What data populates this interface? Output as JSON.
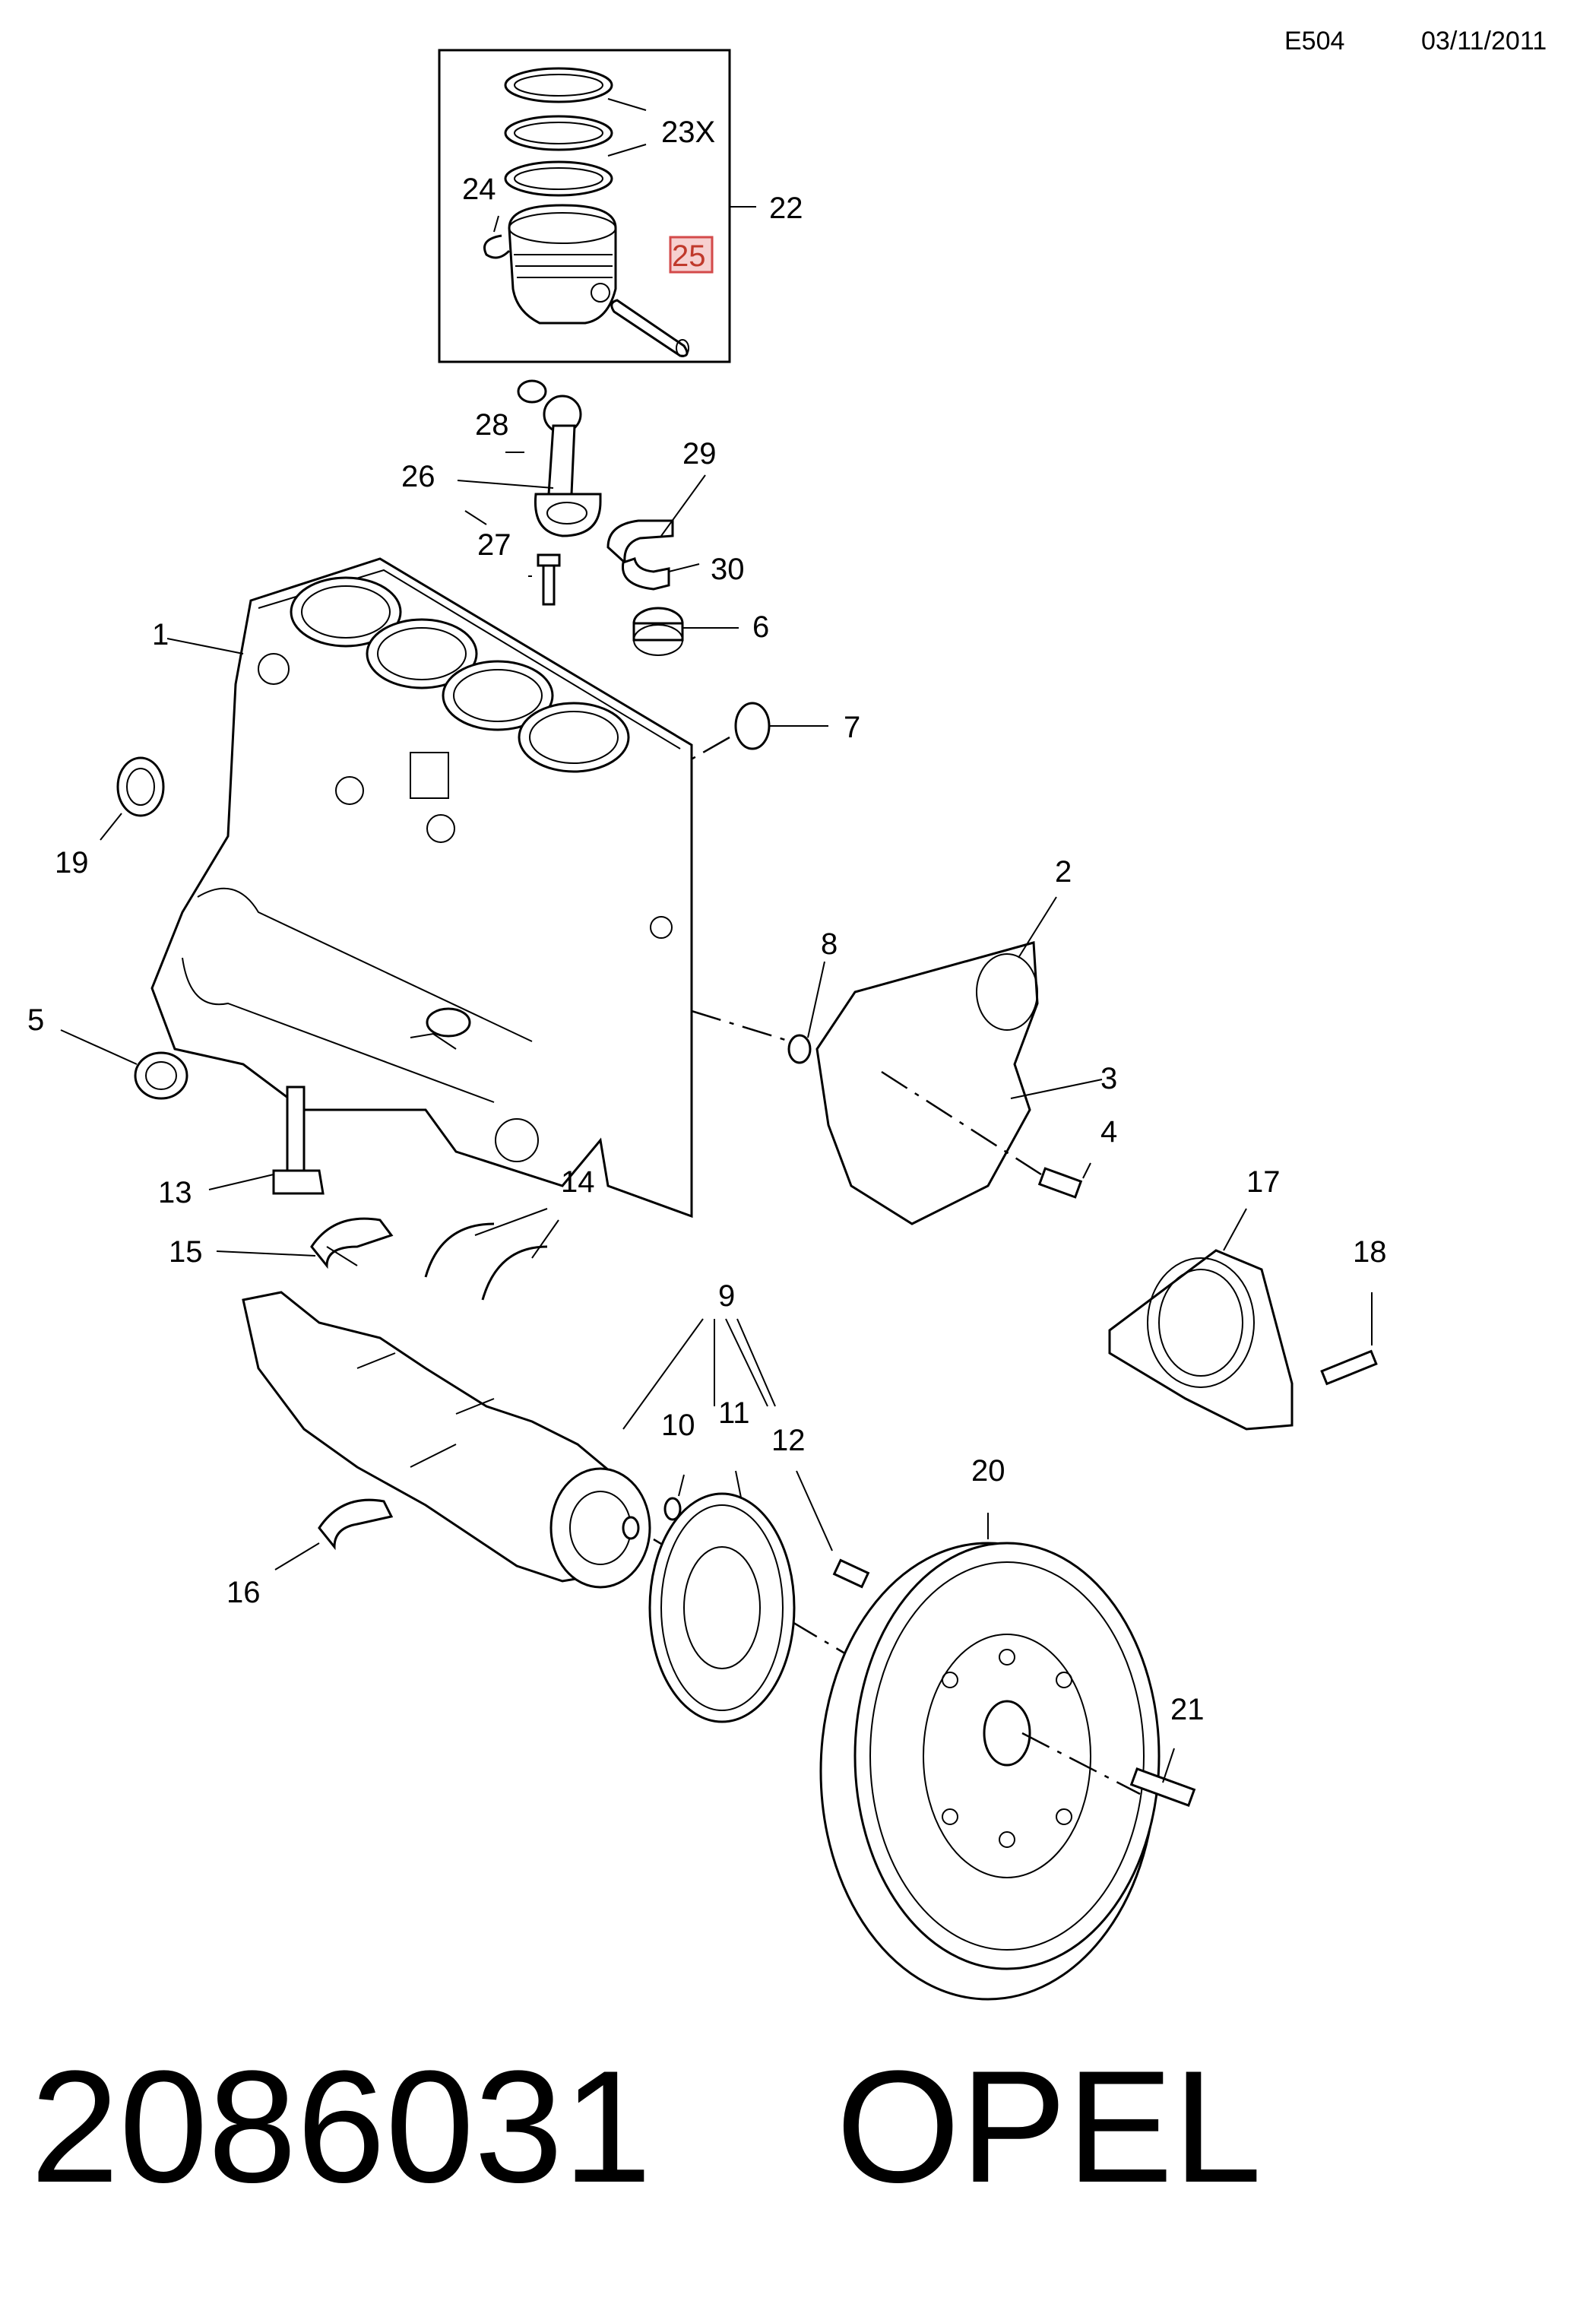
{
  "header": {
    "code": "E504",
    "date": "03/11/2011"
  },
  "highlighted_callout": "25",
  "callouts": {
    "c1": "1",
    "c2": "2",
    "c3": "3",
    "c4": "4",
    "c5": "5",
    "c6": "6",
    "c7": "7",
    "c8": "8",
    "c9": "9",
    "c10": "10",
    "c11": "11",
    "c12": "12",
    "c13": "13",
    "c14": "14",
    "c15": "15",
    "c16": "16",
    "c17": "17",
    "c18": "18",
    "c19": "19",
    "c20": "20",
    "c21": "21",
    "c22": "22",
    "c23x": "23X",
    "c24": "24",
    "c25": "25",
    "c26": "26",
    "c27": "27",
    "c28": "28",
    "c29": "29",
    "c30": "30"
  },
  "footer": {
    "part_number": "2086031",
    "brand": "OPEL"
  }
}
